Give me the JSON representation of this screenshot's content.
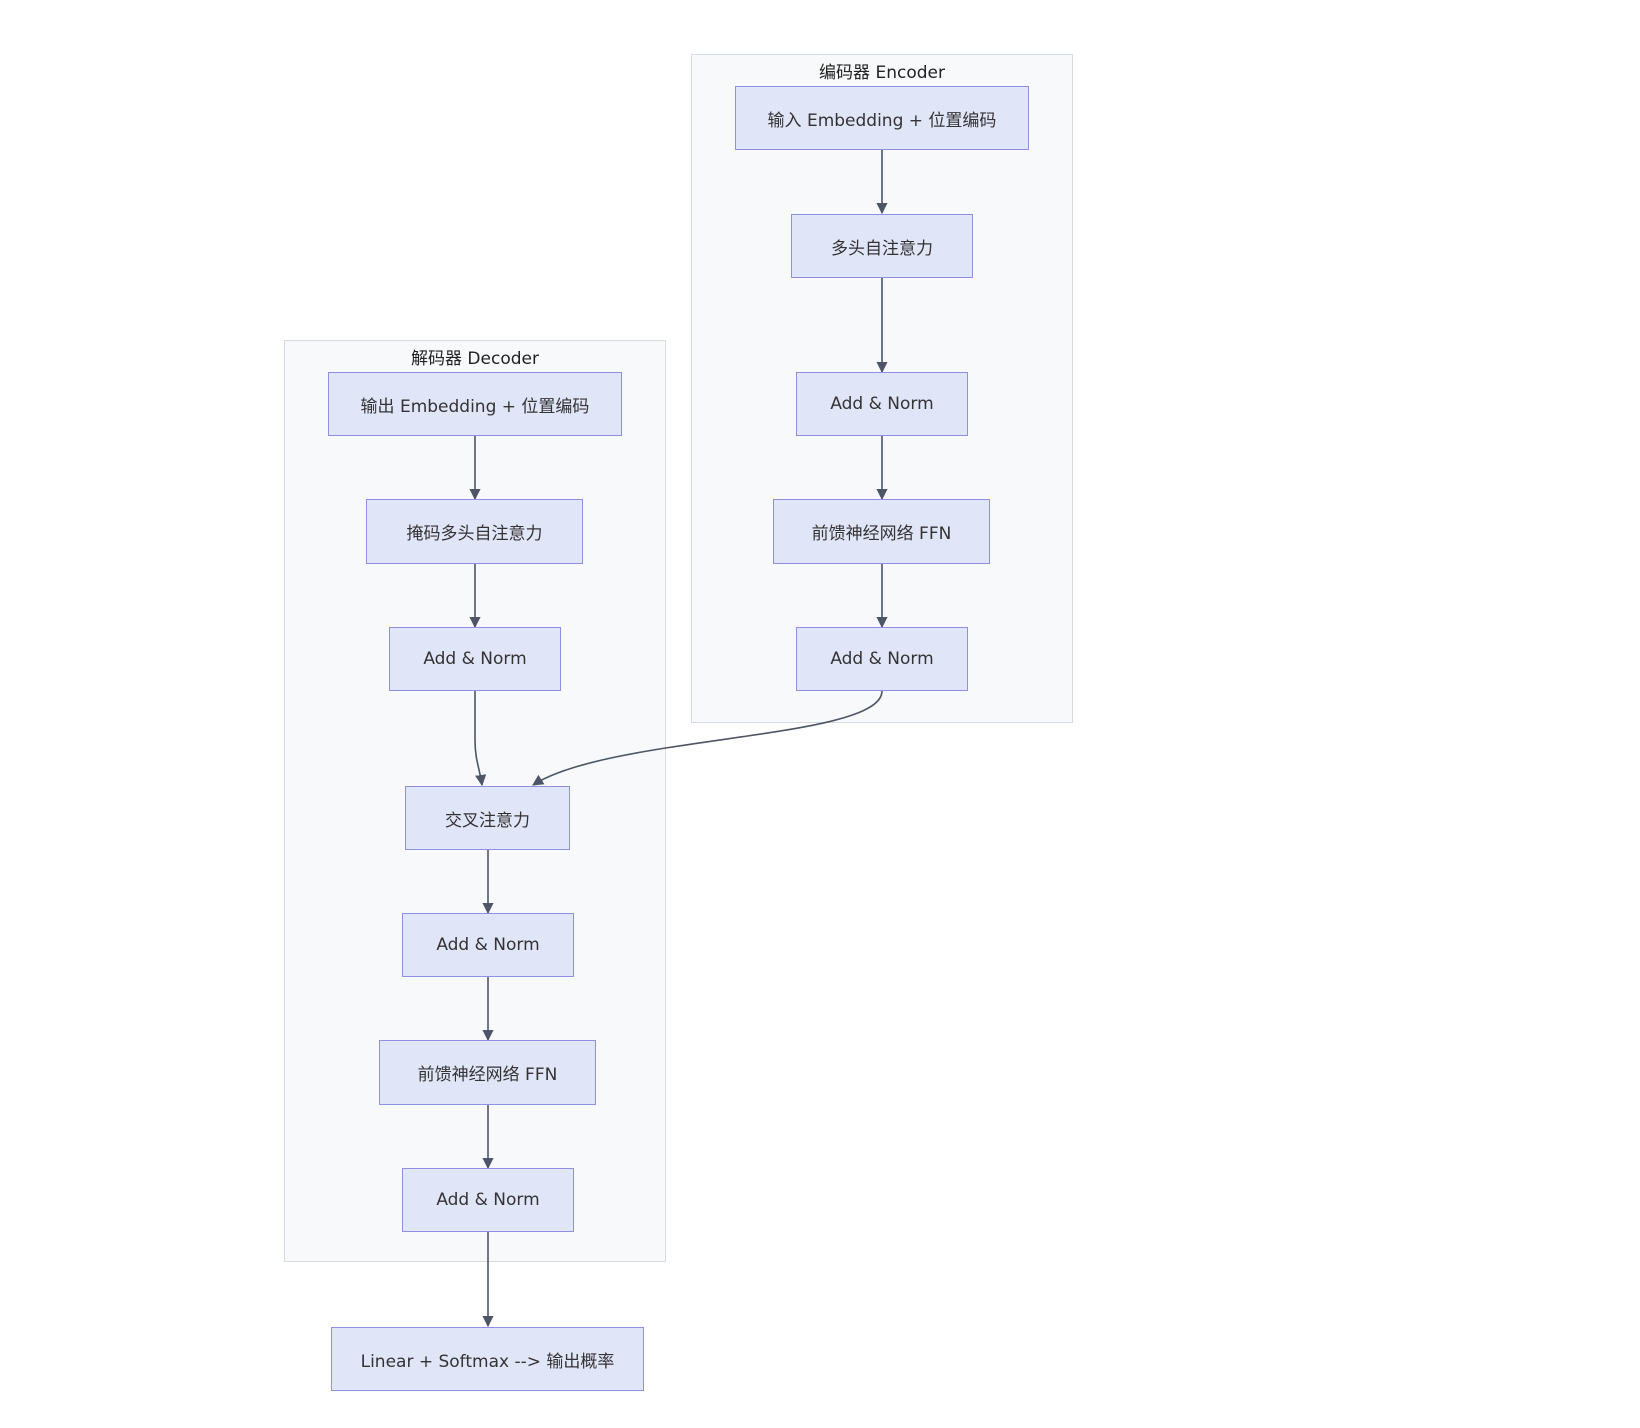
{
  "diagram": {
    "clusters": {
      "encoder": {
        "title": "编码器 Encoder"
      },
      "decoder": {
        "title": "解码器 Decoder"
      }
    },
    "nodes": {
      "enc_embed": "输入 Embedding + 位置编码",
      "enc_attn": "多头自注意力",
      "enc_norm1": "Add & Norm",
      "enc_ffn": "前馈神经网络 FFN",
      "enc_norm2": "Add & Norm",
      "dec_embed": "输出 Embedding + 位置编码",
      "dec_masked": "掩码多头自注意力",
      "dec_norm1": "Add & Norm",
      "dec_cross": "交叉注意力",
      "dec_norm2": "Add & Norm",
      "dec_ffn": "前馈神经网络 FFN",
      "dec_norm3": "Add & Norm",
      "output": "Linear + Softmax --> 输出概率"
    },
    "edges": [
      [
        "enc_embed",
        "enc_attn"
      ],
      [
        "enc_attn",
        "enc_norm1"
      ],
      [
        "enc_norm1",
        "enc_ffn"
      ],
      [
        "enc_ffn",
        "enc_norm2"
      ],
      [
        "dec_embed",
        "dec_masked"
      ],
      [
        "dec_masked",
        "dec_norm1"
      ],
      [
        "dec_norm1",
        "dec_cross"
      ],
      [
        "enc_norm2",
        "dec_cross"
      ],
      [
        "dec_cross",
        "dec_norm2"
      ],
      [
        "dec_norm2",
        "dec_ffn"
      ],
      [
        "dec_ffn",
        "dec_norm3"
      ],
      [
        "dec_norm3",
        "output"
      ]
    ],
    "colors": {
      "node_fill": "#e1e5f8",
      "node_border": "#8f8fe8",
      "cluster_fill": "#f8f9fb",
      "cluster_border": "#d6dae2",
      "edge": "#4d5566"
    }
  }
}
